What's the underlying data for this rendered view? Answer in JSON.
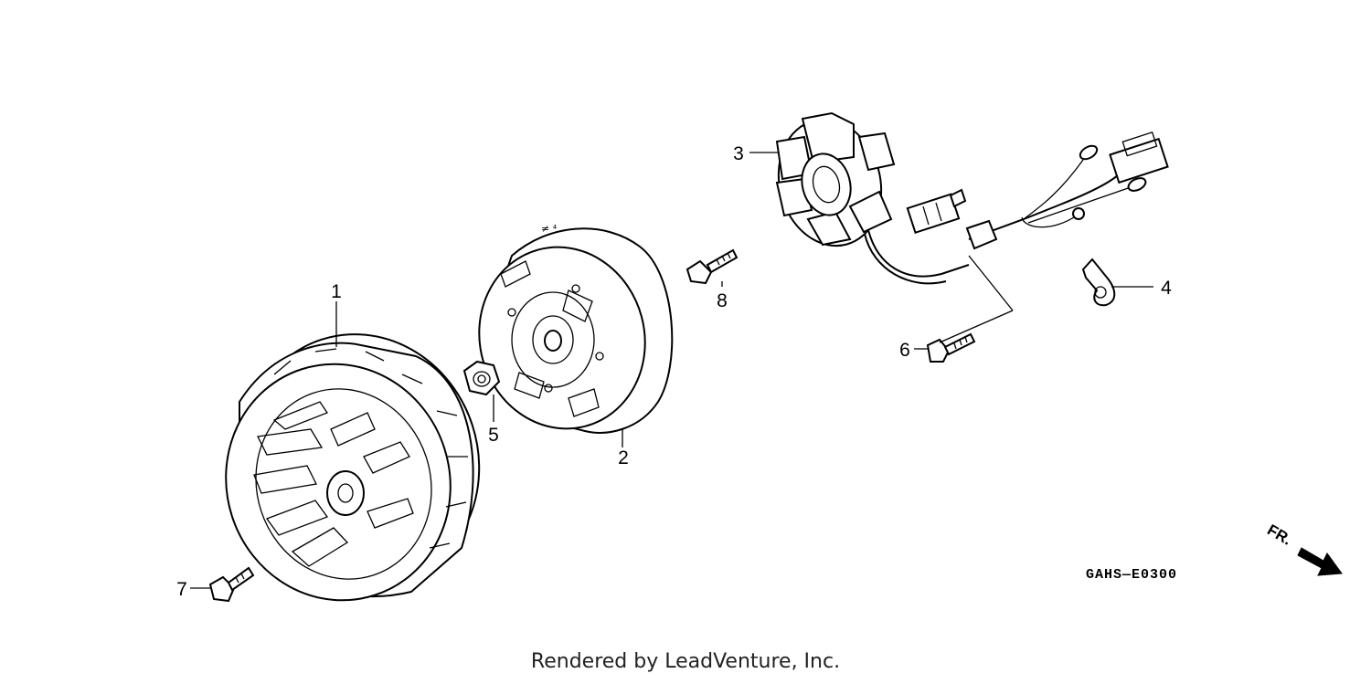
{
  "diagram": {
    "callouts": [
      "1",
      "2",
      "3",
      "4",
      "5",
      "6",
      "7",
      "8"
    ],
    "figure_code": "GAHS—E0300",
    "direction_marker": "FR.",
    "credit": "Rendered by LeadVenture, Inc."
  },
  "icons": {
    "direction": "arrow-down-right-icon"
  }
}
